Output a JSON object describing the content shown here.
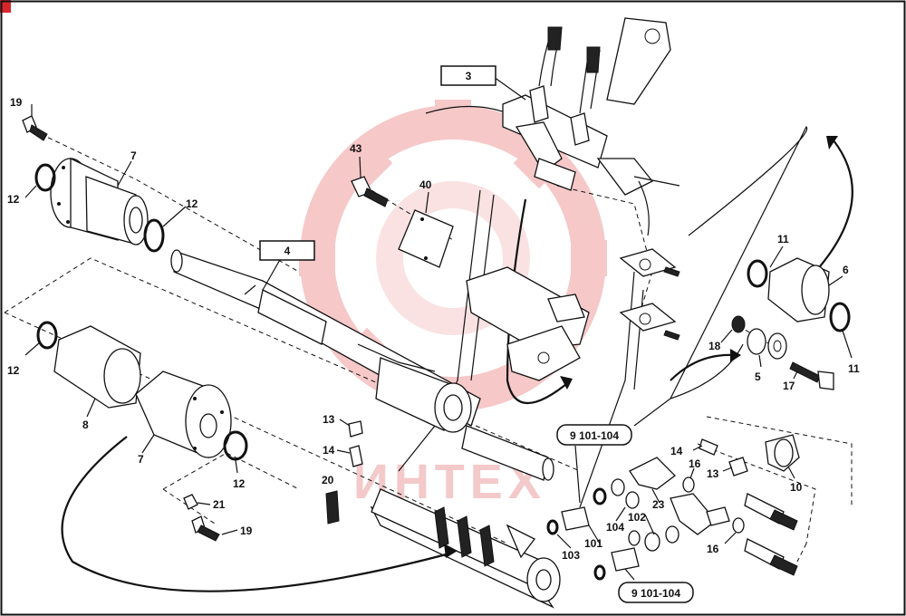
{
  "page_marker": "",
  "watermark": {
    "text": "ИНТЕХ",
    "color": "#f0b5b5"
  },
  "labels": {
    "l19a": "19",
    "l12a": "12",
    "l7a": "7",
    "l12b": "12",
    "l4": "4",
    "l12c": "12",
    "l8": "8",
    "l7b": "7",
    "l12d": "12",
    "l21": "21",
    "l19b": "19",
    "l43": "43",
    "l40": "40",
    "l3": "3",
    "l13a": "13",
    "l14a": "14",
    "l20": "20",
    "l11a": "11",
    "l6": "6",
    "l11b": "11",
    "l18": "18",
    "l5": "5",
    "l17": "17",
    "l14b": "14",
    "l16a": "16",
    "l13b": "13",
    "l10": "10",
    "l23": "23",
    "l102": "102",
    "l104a": "104",
    "l101": "101",
    "l103": "103",
    "l16b": "16"
  },
  "callouts": {
    "kit_top": "9 101-104",
    "kit_bottom": "9 101-104"
  }
}
